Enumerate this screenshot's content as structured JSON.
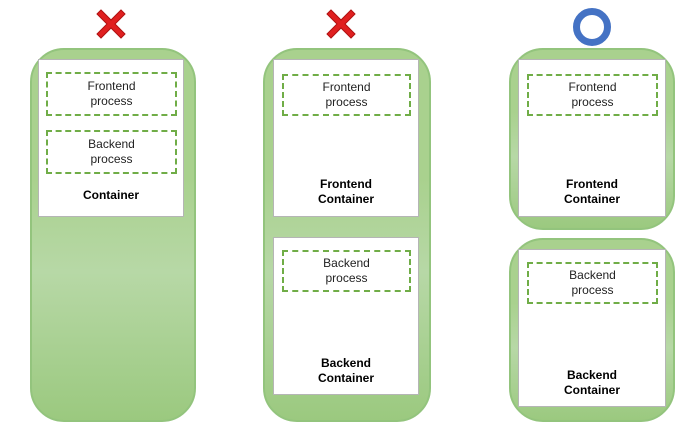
{
  "colors": {
    "container_fill": "#a9d18e",
    "container_border": "#93c47d",
    "process_border": "#70ad47",
    "cross": "#e02020",
    "circle": "#4472c4"
  },
  "columns": [
    {
      "verdict_icon": "cross-mark",
      "processes": [
        {
          "line1": "Frontend",
          "line2": "process"
        },
        {
          "line1": "Backend",
          "line2": "process"
        }
      ],
      "container_label": "Container"
    },
    {
      "verdict_icon": "cross-mark",
      "containers": [
        {
          "process": {
            "line1": "Frontend",
            "line2": "process"
          },
          "label_line1": "Frontend",
          "label_line2": "Container"
        },
        {
          "process": {
            "line1": "Backend",
            "line2": "process"
          },
          "label_line1": "Backend",
          "label_line2": "Container"
        }
      ]
    },
    {
      "verdict_icon": "circle-mark",
      "containers": [
        {
          "process": {
            "line1": "Frontend",
            "line2": "process"
          },
          "label_line1": "Frontend",
          "label_line2": "Container"
        },
        {
          "process": {
            "line1": "Backend",
            "line2": "process"
          },
          "label_line1": "Backend",
          "label_line2": "Container"
        }
      ]
    }
  ]
}
